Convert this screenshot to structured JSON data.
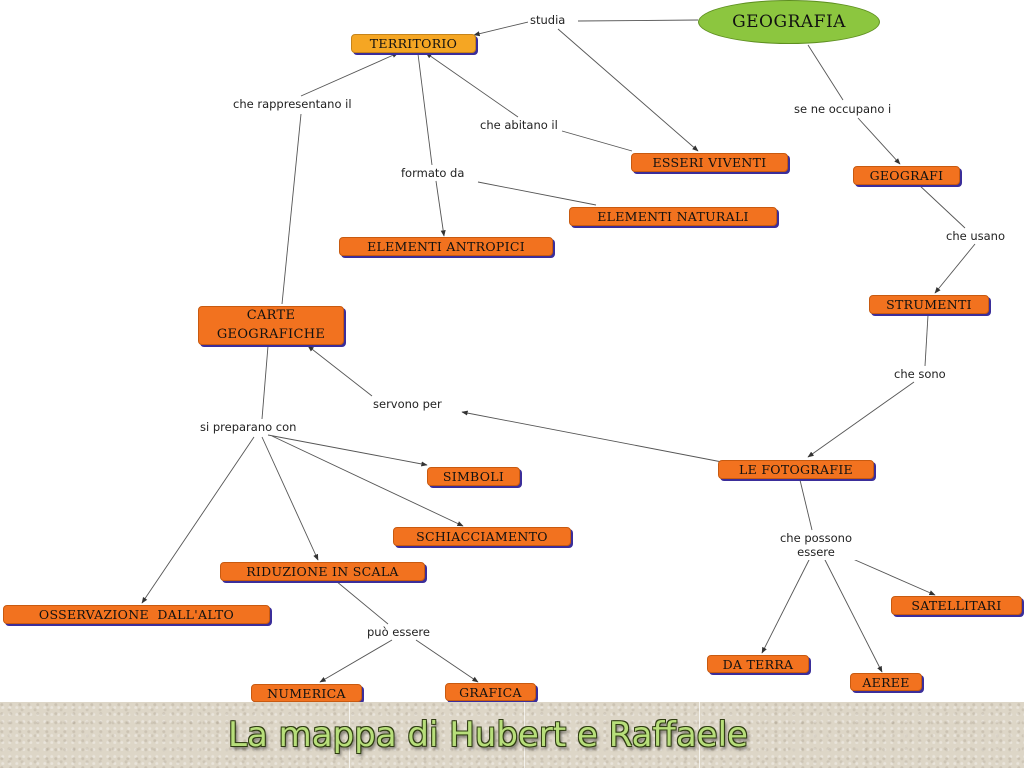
{
  "colors": {
    "concept": "#f2721f",
    "concept_shadow": "#3b2e9a",
    "territorio": "#f5a623",
    "root": "#8cc63f",
    "title": "#b7de7a",
    "footer": "#ddd6c7"
  },
  "map": {
    "root": "GEOGRAFIA",
    "concepts": {
      "territorio": "TERRITORIO",
      "esseri_viventi": "ESSERI VIVENTI",
      "elementi_naturali": "ELEMENTI NATURALI",
      "elementi_antropici": "ELEMENTI ANTROPICI",
      "geografi": "GEOGRAFI",
      "strumenti": "STRUMENTI",
      "carte_geografiche": "CARTE GEOGRAFICHE",
      "simboli": "SIMBOLI",
      "schiacciamento": "SCHIACCIAMENTO",
      "riduzione_in_scala": "RIDUZIONE IN SCALA",
      "osservazione_dall_alto": "OSSERVAZIONE  DALL'ALTO",
      "numerica": "NUMERICA",
      "grafica": "GRAFICA",
      "le_fotografie": "LE FOTOGRAFIE",
      "satellitari": "SATELLITARI",
      "da_terra": "DA TERRA",
      "aeree": "AEREE"
    },
    "phrases": {
      "studia": "studia",
      "se_ne_occupano_i": "se ne occupano i",
      "che_rappresentano_il": "che rappresentano il",
      "che_abitano_il": "che abitano il",
      "formato_da": "formato da",
      "che_usano": "che usano",
      "che_sono": "che sono",
      "servono_per": "servono per",
      "si_preparano_con": "si preparano con",
      "che_possono_essere": "che possono\nessere",
      "puo_essere": "può essere"
    }
  },
  "footer": {
    "title": "La mappa di Hubert e Raffaele"
  }
}
